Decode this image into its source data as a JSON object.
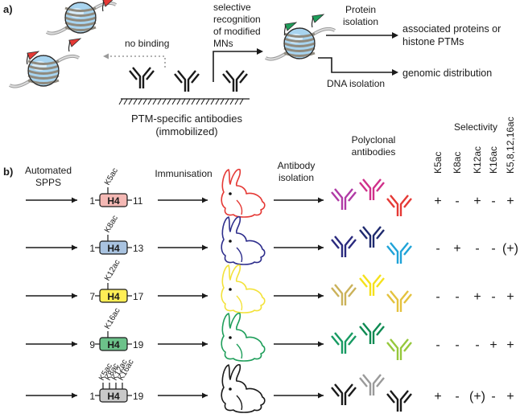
{
  "panel_a": {
    "label": "a)",
    "no_binding": "no binding",
    "selective": [
      "selective",
      "recognition",
      "of modified",
      "MNs"
    ],
    "protein_isolation": [
      "Protein",
      "isolation"
    ],
    "dna_isolation": "DNA isolation",
    "result_protein": [
      "associated proteins or",
      "histone PTMs"
    ],
    "result_dna": "genomic distribution",
    "antibody_caption": [
      "PTM-specific antibodies",
      "(immobilized)"
    ]
  },
  "panel_b": {
    "label": "b)",
    "step1": [
      "Automated",
      "SPPS"
    ],
    "step2": "Immunisation",
    "step3": [
      "Antibody",
      "isolation"
    ],
    "polyclonal": [
      "Polyclonal",
      "antibodies"
    ],
    "selectivity_title": "Selectivity",
    "columns": [
      "K5ac",
      "K8ac",
      "K12ac",
      "K16ac",
      "K5,8,12,16ac"
    ],
    "rows": [
      {
        "start": "1",
        "end": "11",
        "mark": "K5ac",
        "fill": "#f4b8b4",
        "rabbit": "#e53935",
        "ab_colors": [
          "#b03aa5",
          "#d0308a",
          "#e53935"
        ],
        "sel": [
          "+",
          "-",
          "+",
          "-",
          "+"
        ]
      },
      {
        "start": "1",
        "end": "13",
        "mark": "K8ac",
        "fill": "#a9c3e0",
        "rabbit": "#2e2e8c",
        "ab_colors": [
          "#2a2a7e",
          "#1e2a6e",
          "#1fa3d8"
        ],
        "sel": [
          "-",
          "+",
          "-",
          "-",
          "(+)"
        ]
      },
      {
        "start": "7",
        "end": "17",
        "mark": "K12ac",
        "fill": "#ffee55",
        "rabbit": "#f3e23a",
        "ab_colors": [
          "#cbb25a",
          "#f5e11c",
          "#e4c23e"
        ],
        "sel": [
          "-",
          "-",
          "+",
          "-",
          "+"
        ]
      },
      {
        "start": "9",
        "end": "19",
        "mark": "K16ac",
        "fill": "#6cc28a",
        "rabbit": "#1e9e5a",
        "ab_colors": [
          "#179a62",
          "#0e8a52",
          "#96c83c"
        ],
        "sel": [
          "-",
          "-",
          "-",
          "+",
          "+"
        ]
      },
      {
        "start": "1",
        "end": "19",
        "marks": [
          "K5ac",
          "K8ac",
          "K12ac",
          "K16ac"
        ],
        "fill": "#c8c8c8",
        "rabbit": "#1a1a1a",
        "ab_colors": [
          "#1a1a1a",
          "#9a9a9a",
          "#1a1a1a"
        ],
        "sel": [
          "+",
          "-",
          "(+)",
          "-",
          "+"
        ]
      }
    ],
    "peptide": "H4"
  }
}
